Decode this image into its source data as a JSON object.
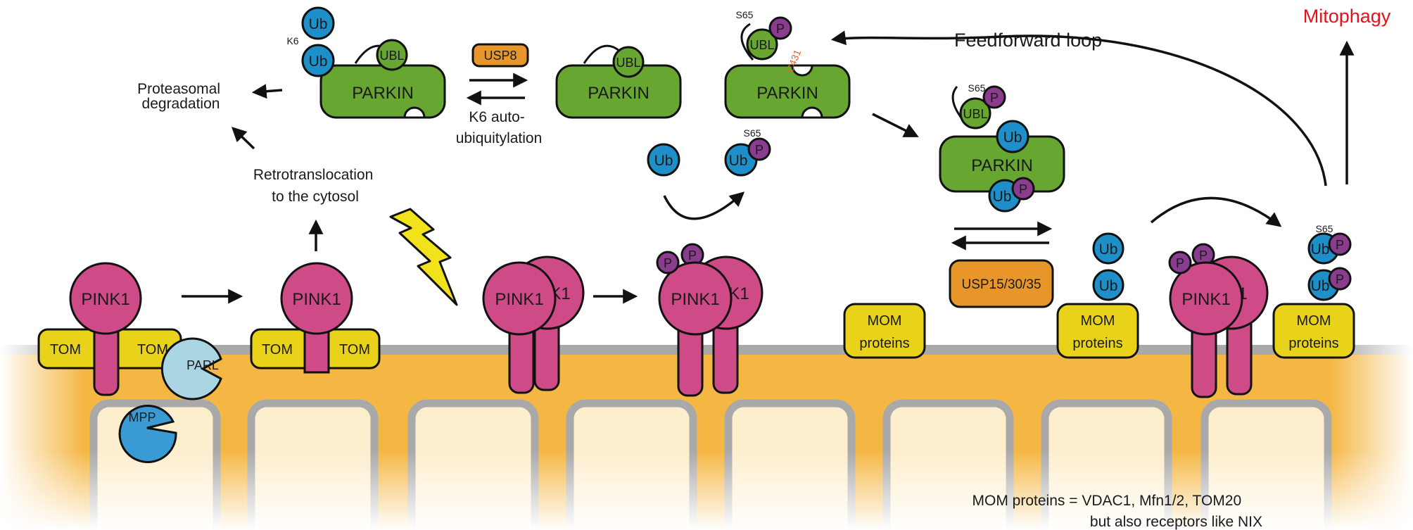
{
  "labels": {
    "proteasomal": [
      "Proteasomal",
      "degradation"
    ],
    "retro": [
      "Retrotranslocation",
      "to the cytosol"
    ],
    "usp8": "USP8",
    "k6auto": [
      "K6 auto-",
      "ubiquitylation"
    ],
    "feedforward": "Feedforward loop",
    "mitophagy": "Mitophagy",
    "usp15": "USP15/30/35",
    "mom_note": [
      "MOM proteins = VDAC1, Mfn1/2, TOM20",
      "but also receptors like NIX"
    ]
  },
  "proteins": {
    "pink1": "PINK1",
    "pink1_partial": "K1",
    "parkin": "PARKIN",
    "ubl": "UBL",
    "ub": "Ub",
    "p": "P",
    "tom": "TOM",
    "parl": "PARL",
    "mpp": "MPP",
    "mom": [
      "MOM",
      "proteins"
    ],
    "k6": "K6",
    "s65": "S65",
    "c431": "C431"
  },
  "colors": {
    "pink1": "#cf4b87",
    "tom": "#e8d21a",
    "parkin": "#67a631",
    "ub": "#1f8fc9",
    "phospho": "#8a3d8e",
    "usp": "#e8962a",
    "protease": "#a9d6e2",
    "mpp": "#3a9ad4",
    "membrane_fill": "#f5b744",
    "membrane_edge": "#a9a9a9",
    "mitophagy": "#e0141a"
  }
}
